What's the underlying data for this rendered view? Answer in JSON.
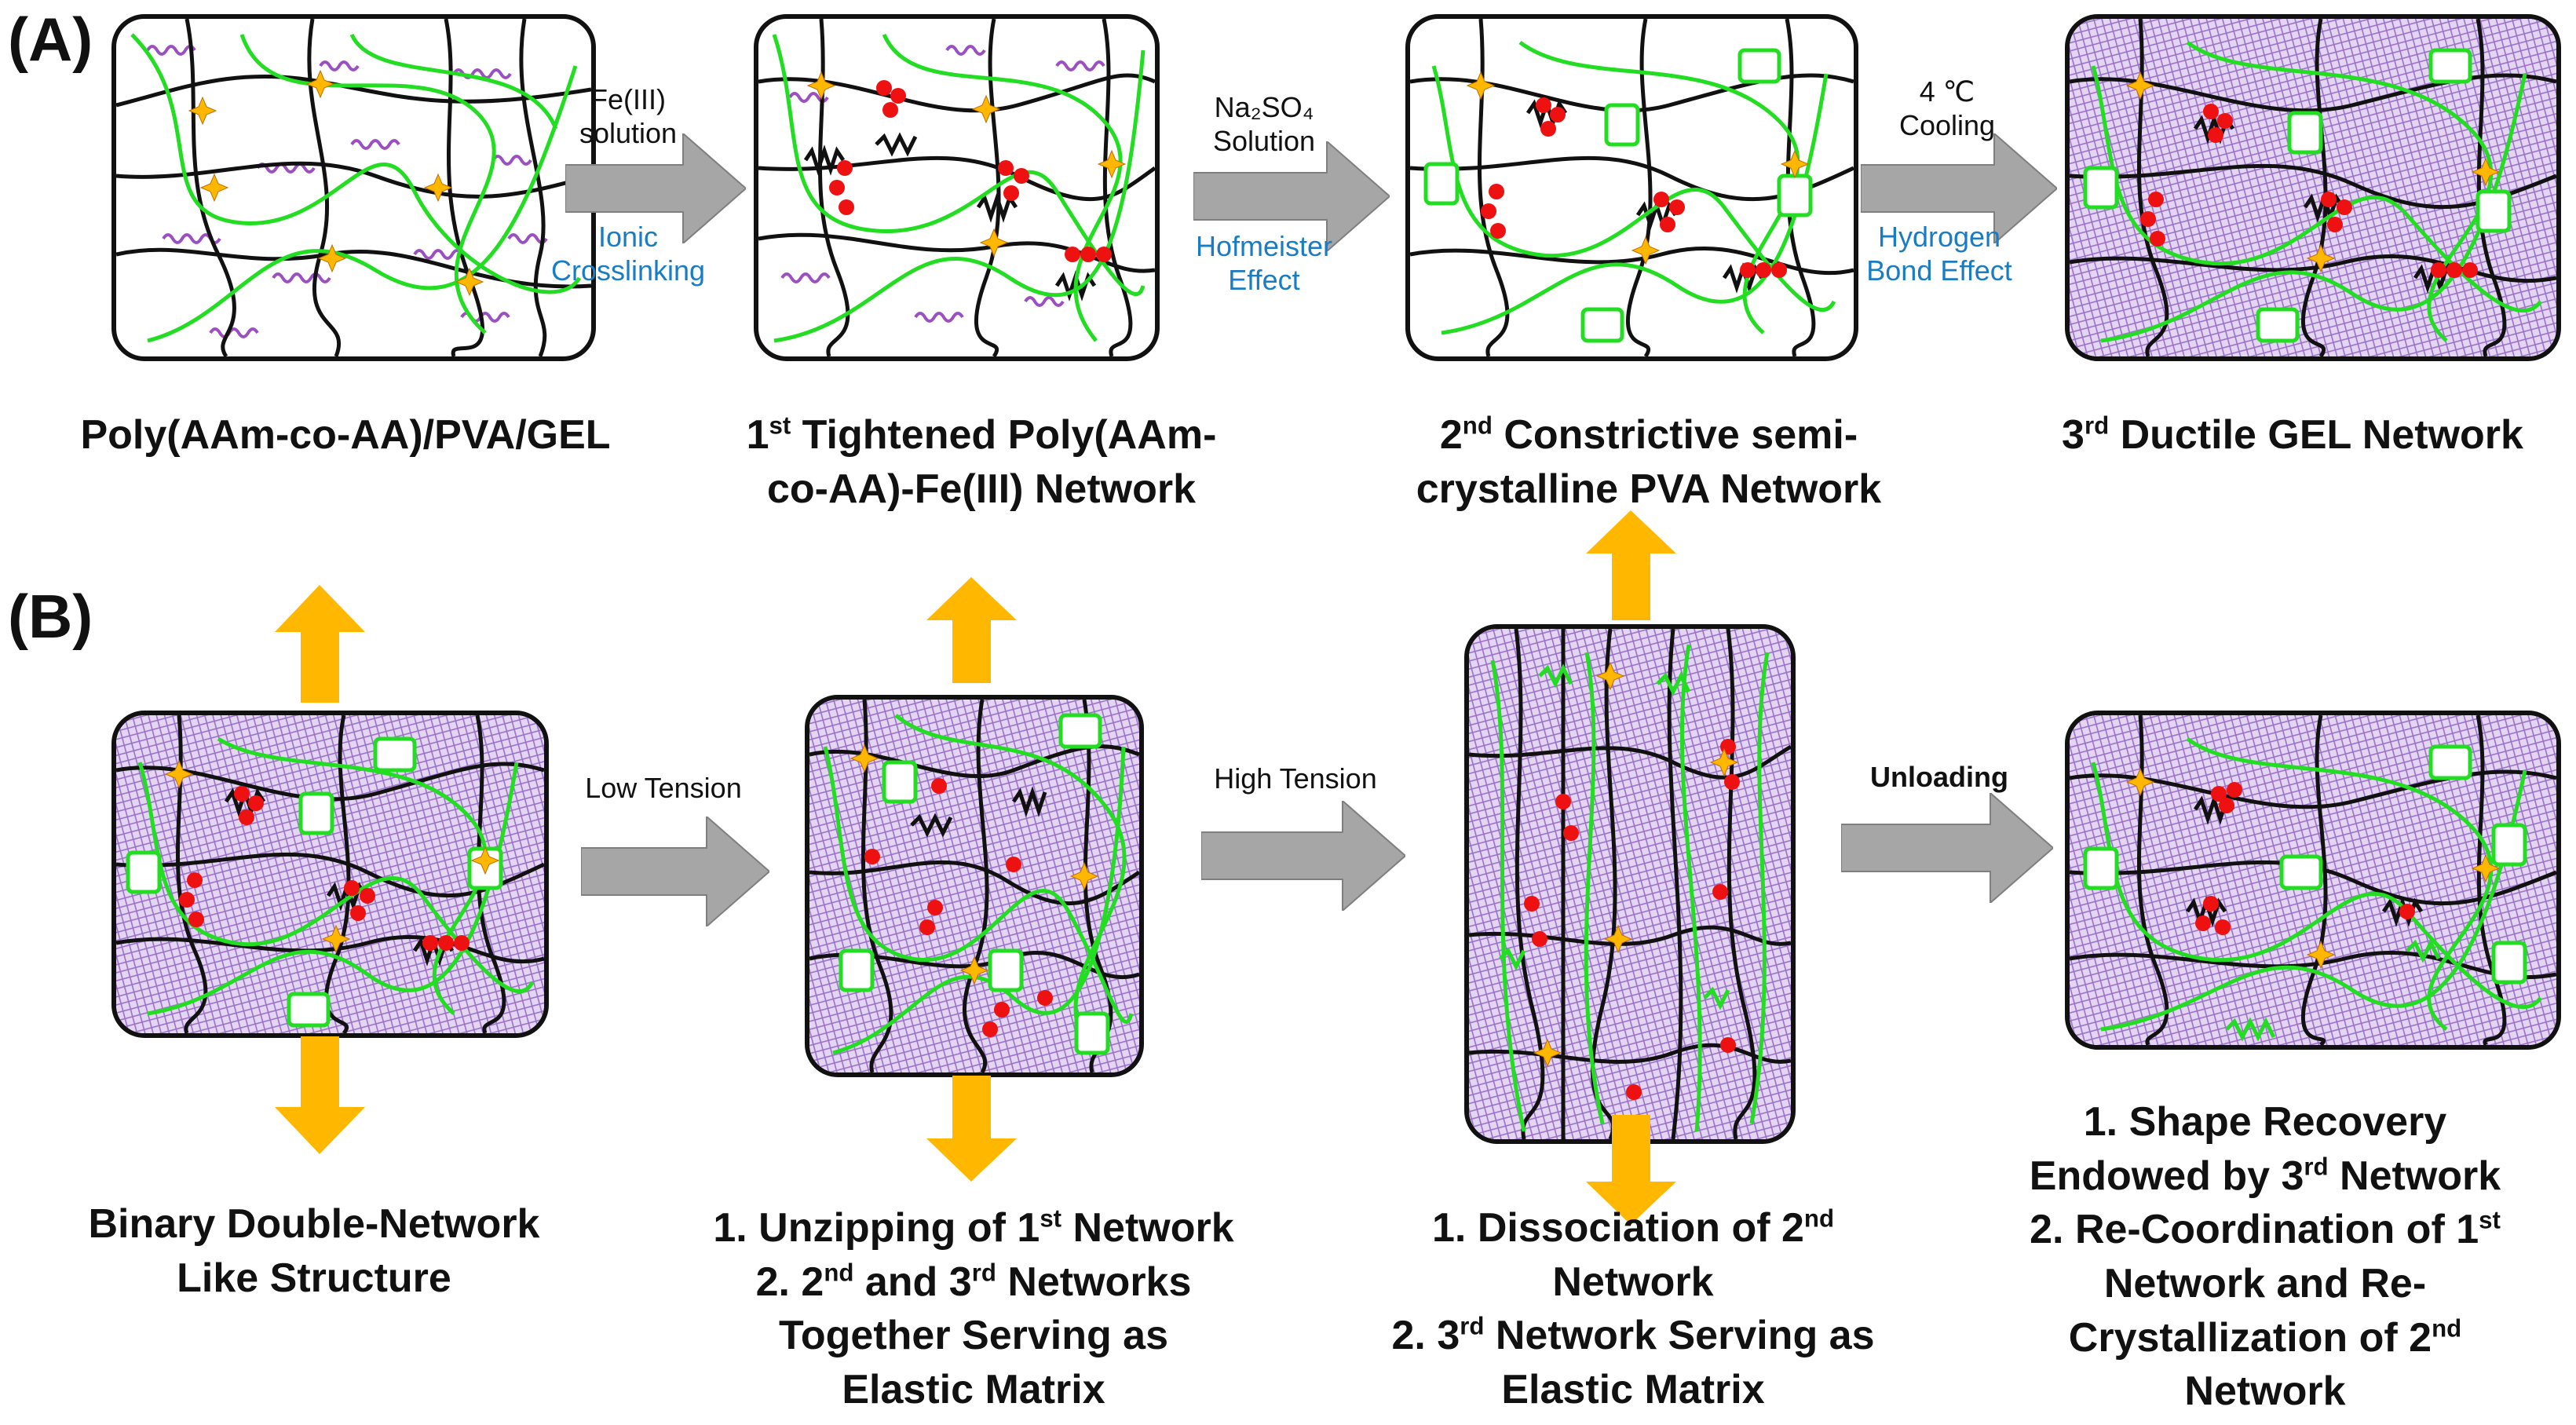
{
  "panel_a": {
    "label": "(A)",
    "steps": [
      {
        "top": "Fe(III)",
        "top2": "solution",
        "bottom": "Ionic",
        "bottom2": "Crosslinking"
      },
      {
        "top": "Na₂SO₄",
        "top2": "Solution",
        "bottom": "Hofmeister",
        "bottom2": "Effect"
      },
      {
        "top": "4 ℃",
        "top2": "Cooling",
        "bottom": "Hydrogen",
        "bottom2": "Bond Effect"
      }
    ],
    "captions": [
      {
        "line1": "Poly(AAm-co-AA)/PVA/GEL"
      },
      {
        "sup": "st",
        "num": "1",
        "line1": " Tightened Poly(AAm-",
        "line2": "co-AA)-Fe(III) Network"
      },
      {
        "sup": "nd",
        "num": "2",
        "line1": " Constrictive semi-",
        "line2": "crystalline  PVA Network"
      },
      {
        "sup": "rd",
        "num": "3",
        "line1": " Ductile GEL Network"
      }
    ]
  },
  "panel_b": {
    "label": "(B)",
    "steps": [
      "Low Tension",
      "High Tension",
      "Unloading"
    ],
    "captions": {
      "c1": {
        "line1": "Binary Double-Network",
        "line2": "Like Structure"
      },
      "c2": {
        "i1_a": "1.  Unzipping of 1",
        "i1_sup": "st",
        "i1_b": " Network",
        "i2_a": "2.  2",
        "i2_sup": "nd",
        "i2_b": " and 3",
        "i2_sup2": "rd",
        "i2_c": " Networks",
        "i2_line2": "Together Serving as",
        "i2_line3": "Elastic Matrix"
      },
      "c3": {
        "i1_a": "1.  Dissociation of 2",
        "i1_sup": "nd",
        "i1_line2": "Network",
        "i2_a": "2.  3",
        "i2_sup": "rd",
        "i2_b": " Network Serving as",
        "i2_line2": "Elastic Matrix"
      },
      "c4": {
        "i1_a": "1.  Shape Recovery",
        "i1_line2_a": "Endowed by 3",
        "i1_sup": "rd",
        "i1_line2_b": " Network",
        "i2_a": "2.  Re-Coordination of 1",
        "i2_sup": "st",
        "i2_line2": "Network and Re-",
        "i2_line3_a": "Crystallization of 2",
        "i2_sup2": "nd",
        "i2_line4": "Network"
      }
    }
  },
  "colors": {
    "green": "#22dd22",
    "purple": "#9b4fc0",
    "red": "#ee1111",
    "orange": "#ffb700",
    "gray_arrow": "#a6a6a6",
    "hatch": "#d9c8ec",
    "blue_text": "#1a7dc4"
  }
}
